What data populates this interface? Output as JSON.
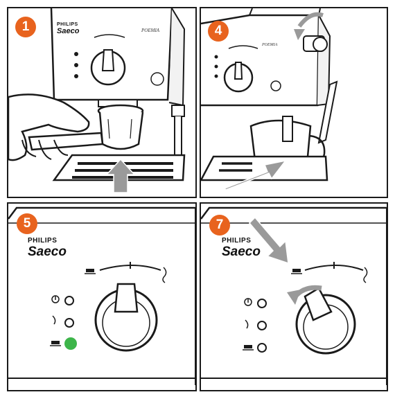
{
  "panels": [
    {
      "step": "1",
      "brand_philips": "PHILIPS",
      "brand_saeco": "Saeco",
      "model": "POEMIA"
    },
    {
      "step": "4",
      "model": "POEMIA"
    },
    {
      "step": "5",
      "brand_philips": "PHILIPS",
      "brand_saeco": "Saeco"
    },
    {
      "step": "7",
      "brand_philips": "PHILIPS",
      "brand_saeco": "Saeco"
    }
  ],
  "colors": {
    "step_badge": "#e8631e",
    "ready_light": "#3db54a",
    "arrow_gray": "#9a9a9a",
    "line": "#1a1a1a"
  },
  "icons": [
    "coffee-cup-icon",
    "steam-icon",
    "power-icon",
    "rotate-arrow-icon",
    "push-arrow-icon"
  ]
}
